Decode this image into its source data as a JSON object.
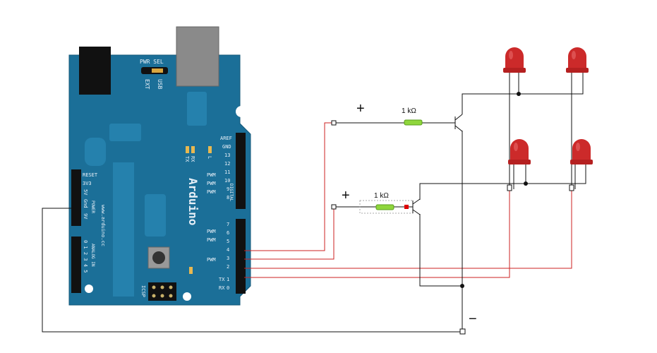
{
  "board": {
    "brand": "Arduino",
    "website": "www.arduino.cc",
    "pwr_sel": "PWR SEL",
    "ext": "EXT",
    "usb": "USB",
    "tx": "TX",
    "rx": "RX",
    "l": "L",
    "pwm": "PWM",
    "aref": "AREF",
    "gnd": "GND",
    "digital": "DIGITAL",
    "reset": "RESET",
    "v33": "3V3",
    "v5": "5V",
    "gnd2": "Gnd",
    "v9": "9V",
    "power": "POWER",
    "analog_in": "ANALOG IN",
    "analog_pins": "0 1 2 3 4 5",
    "icsp": "ICSP",
    "pin13": "13",
    "pin12": "12",
    "pin11": "11",
    "pin10": "10",
    "pin9": "9",
    "pin8": "8",
    "pin7": "7",
    "pin6": "6",
    "pin5": "5",
    "pin4": "4",
    "pin3": "3",
    "pin2": "2",
    "pin1": "1",
    "pin0": "0",
    "txpin": "TX",
    "rxpin": "RX"
  },
  "circuit": {
    "resistor_top": "1 kΩ",
    "resistor_bottom": "1 kΩ",
    "plus_top": "+",
    "plus_bottom": "+",
    "minus": "−"
  },
  "colors": {
    "board": "#1b6f98",
    "wire_red": "#cc2222",
    "wire_black": "#111111",
    "led": "#cc2a2a",
    "resistor": "#8fd63c"
  }
}
